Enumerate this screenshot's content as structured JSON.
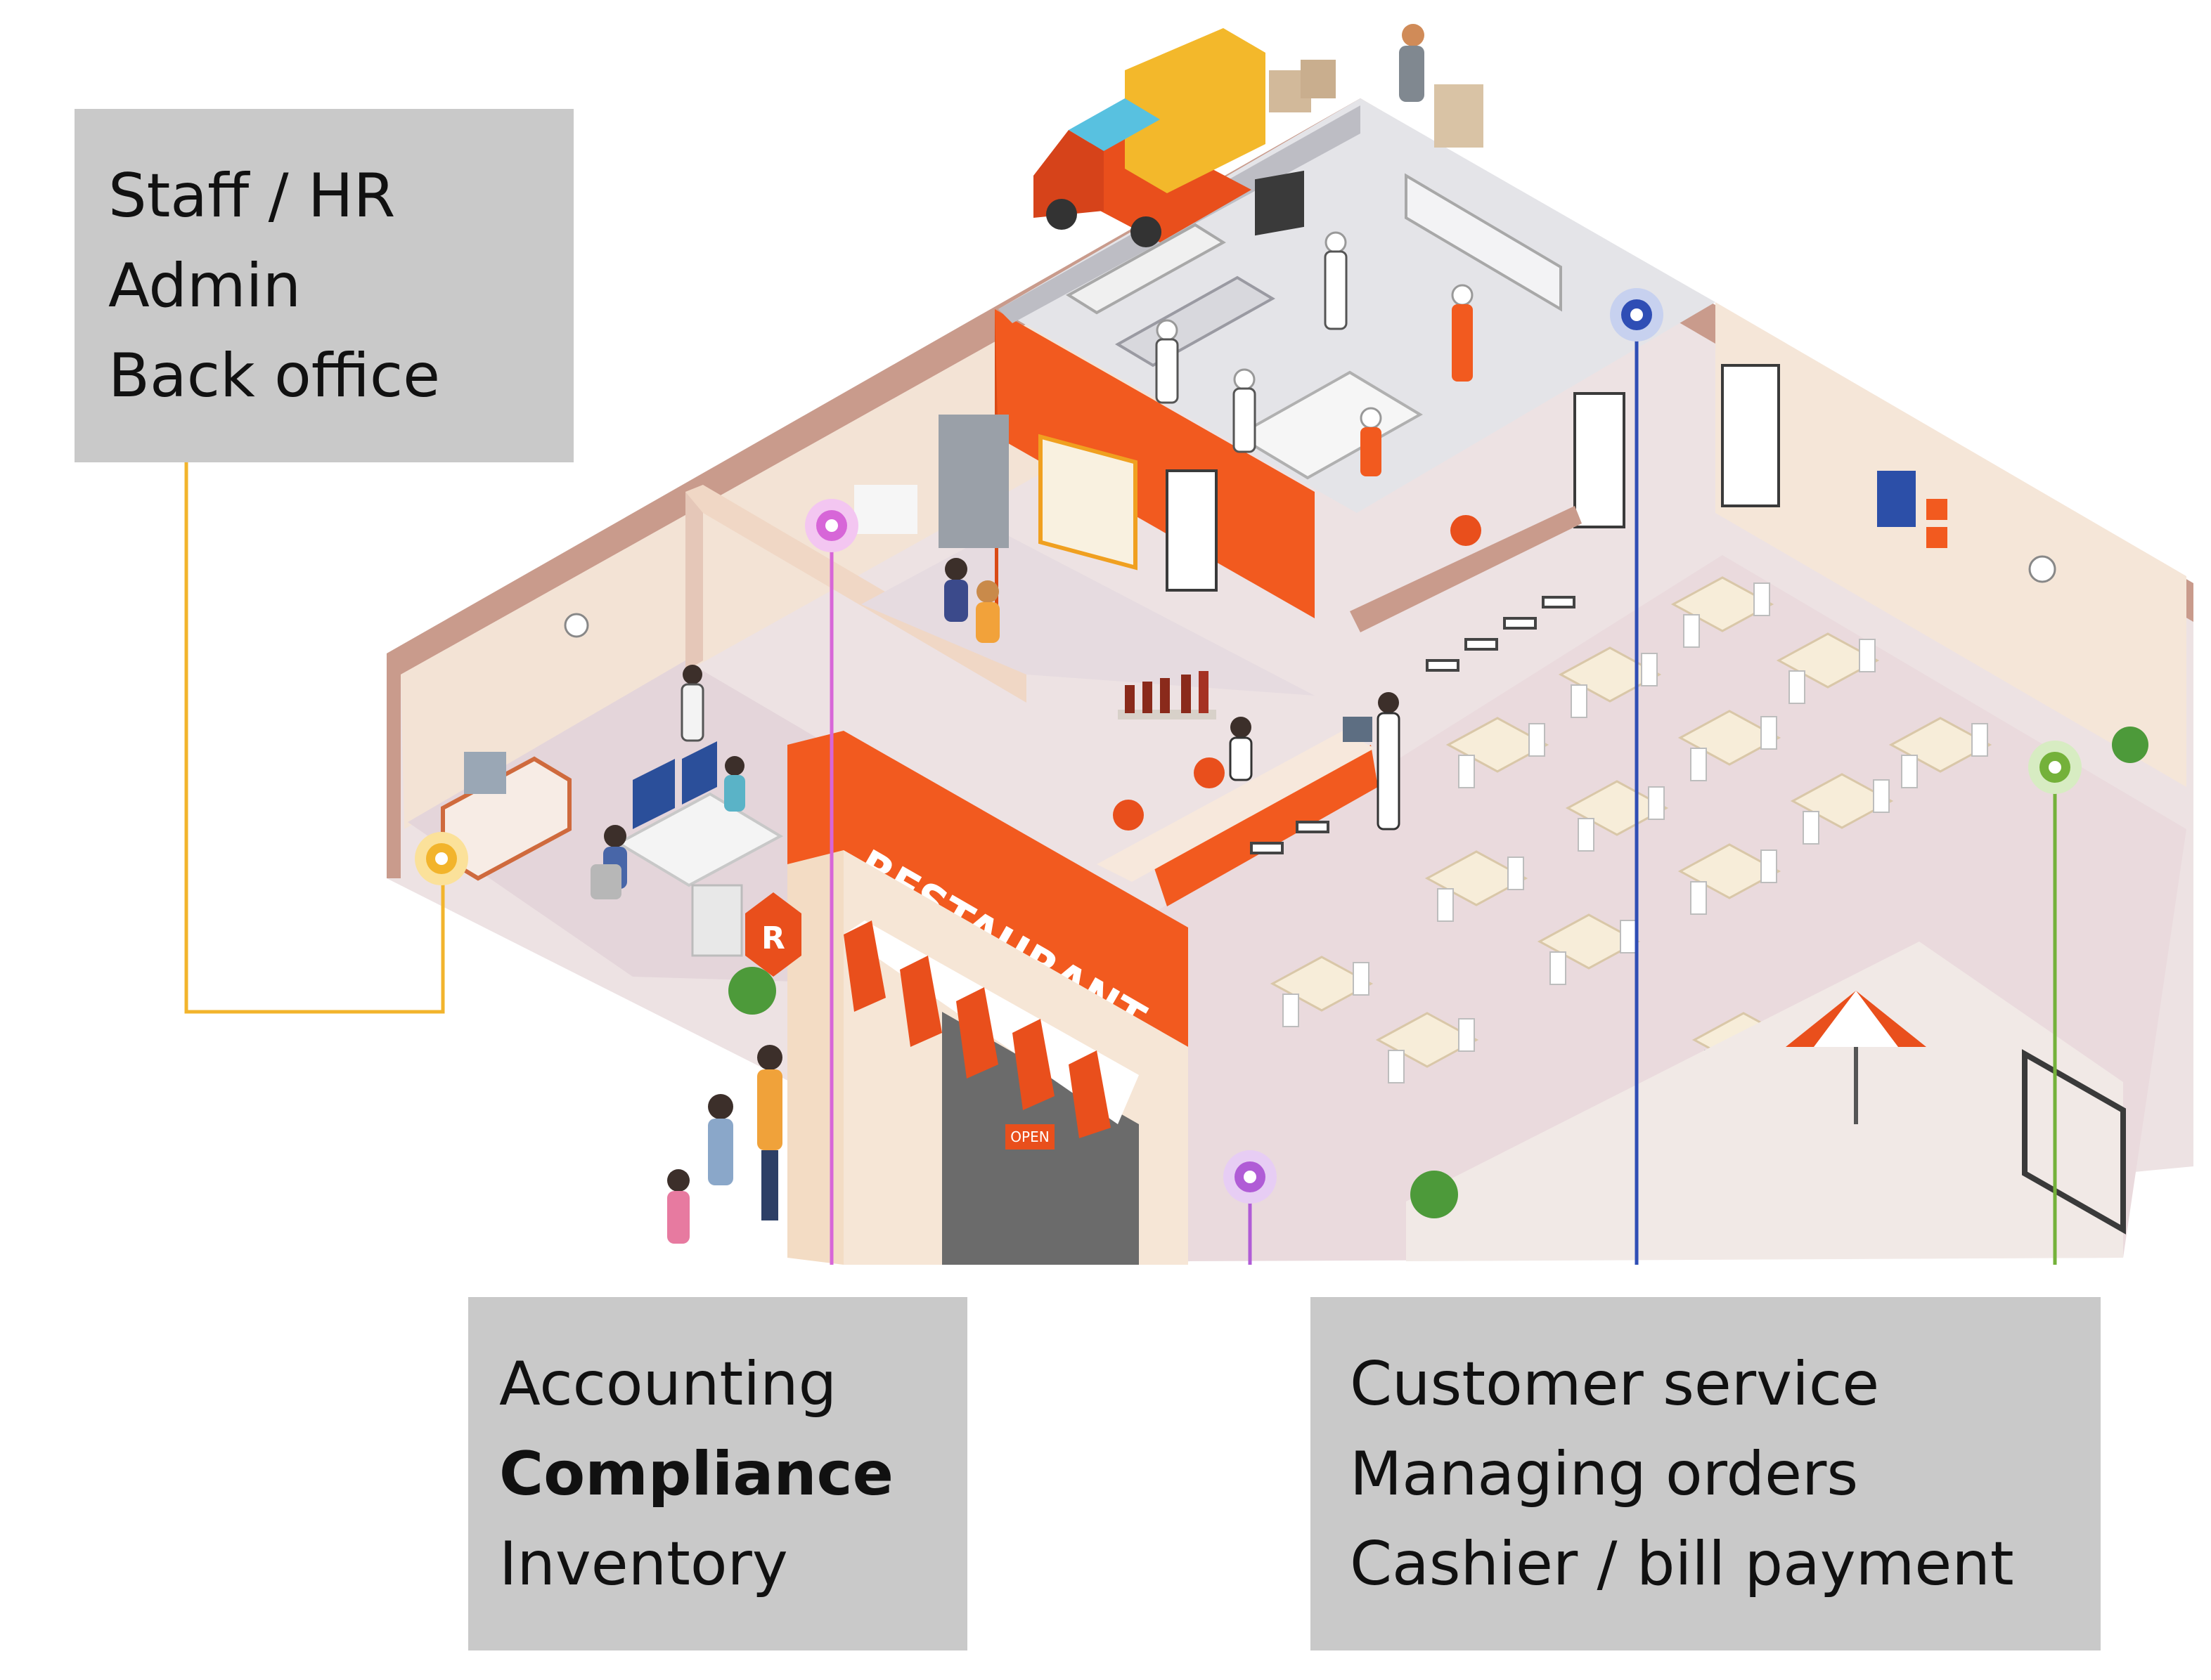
{
  "labels": {
    "hr_box": {
      "lines": [
        "Staff / HR",
        "Admin",
        "Back office"
      ]
    },
    "accounting_box": {
      "lines": [
        "Accounting",
        "Compliance",
        "Inventory"
      ]
    },
    "customer_box": {
      "lines": [
        "Customer service",
        "Managing orders",
        "Cashier / bill payment"
      ]
    }
  },
  "signage": {
    "restaurant_sign": "RESTAURANT",
    "logo_letter": "R",
    "door_sign": "OPEN"
  },
  "colors": {
    "box_fill": "#c9c9c9",
    "hr_connector": "#f2b42c",
    "accounting_connector": "#d766d8",
    "cashier_connector": "#b05cd6",
    "customer_connector": "#2f4eb5",
    "terrace_connector": "#74b13a",
    "brand_orange": "#f25a1f",
    "wall_beige": "#f3dfcc",
    "floor_pink": "#eddddf"
  }
}
